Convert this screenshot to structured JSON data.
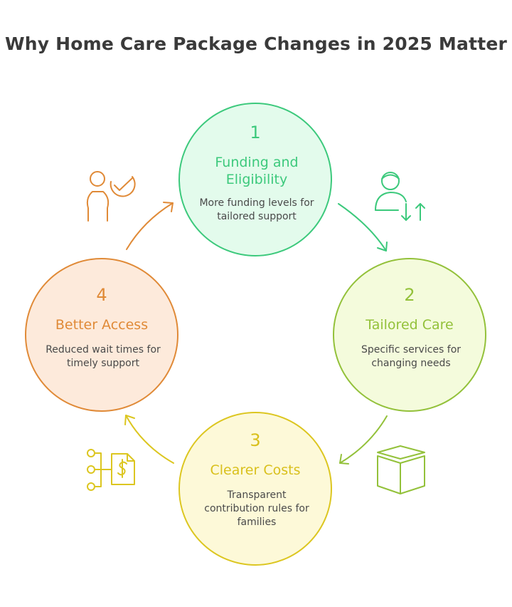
{
  "title": "Why Home Care Package Changes in 2025 Matter",
  "nodes": [
    {
      "number": "1",
      "heading": "Funding and Eligibility",
      "description": "More funding levels for tailored support",
      "color": "#3cc97c",
      "icon": "person-adjust-icon"
    },
    {
      "number": "2",
      "heading": "Tailored Care",
      "description": "Specific services for changing needs",
      "color": "#93c13a",
      "icon": "box-icon"
    },
    {
      "number": "3",
      "heading": "Clearer Costs",
      "description": "Transparent contribution rules for families",
      "color": "#dcc620",
      "icon": "cost-breakdown-icon"
    },
    {
      "number": "4",
      "heading": "Better Access",
      "description": "Reduced wait times for timely support",
      "color": "#e08a37",
      "icon": "person-check-icon"
    }
  ]
}
